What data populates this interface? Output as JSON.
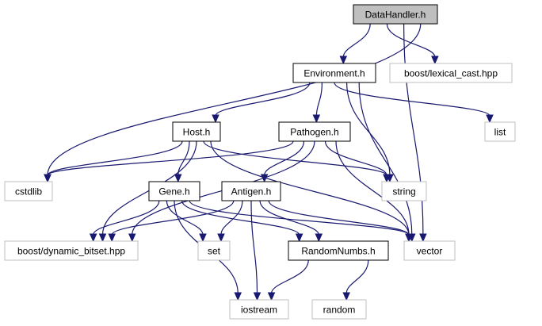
{
  "colors": {
    "edge": "#191970",
    "root_fill": "#bfbfbf",
    "project_border": "#000000",
    "external_border": "#bfbfbf",
    "text": "#000000"
  },
  "nodes": {
    "datahandler": {
      "label": "DataHandler.h",
      "kind": "root"
    },
    "environment": {
      "label": "Environment.h",
      "kind": "project"
    },
    "lexical_cast": {
      "label": "boost/lexical_cast.hpp",
      "kind": "external"
    },
    "host": {
      "label": "Host.h",
      "kind": "project"
    },
    "pathogen": {
      "label": "Pathogen.h",
      "kind": "project"
    },
    "list": {
      "label": "list",
      "kind": "external"
    },
    "cstdlib": {
      "label": "cstdlib",
      "kind": "external"
    },
    "gene": {
      "label": "Gene.h",
      "kind": "project"
    },
    "antigen": {
      "label": "Antigen.h",
      "kind": "project"
    },
    "string": {
      "label": "string",
      "kind": "external"
    },
    "dynamic_bitset": {
      "label": "boost/dynamic_bitset.hpp",
      "kind": "external"
    },
    "set": {
      "label": "set",
      "kind": "external"
    },
    "randomnumbs": {
      "label": "RandomNumbs.h",
      "kind": "project"
    },
    "vector": {
      "label": "vector",
      "kind": "external"
    },
    "iostream": {
      "label": "iostream",
      "kind": "external"
    },
    "random": {
      "label": "random",
      "kind": "external"
    }
  },
  "edges": [
    [
      "datahandler",
      "environment"
    ],
    [
      "datahandler",
      "lexical_cast"
    ],
    [
      "datahandler",
      "vector"
    ],
    [
      "datahandler",
      "cstdlib"
    ],
    [
      "environment",
      "host"
    ],
    [
      "environment",
      "pathogen"
    ],
    [
      "environment",
      "list"
    ],
    [
      "environment",
      "string"
    ],
    [
      "environment",
      "vector"
    ],
    [
      "host",
      "cstdlib"
    ],
    [
      "host",
      "gene"
    ],
    [
      "host",
      "dynamic_bitset"
    ],
    [
      "host",
      "string"
    ],
    [
      "host",
      "vector"
    ],
    [
      "pathogen",
      "cstdlib"
    ],
    [
      "pathogen",
      "antigen"
    ],
    [
      "pathogen",
      "dynamic_bitset"
    ],
    [
      "pathogen",
      "string"
    ],
    [
      "pathogen",
      "vector"
    ],
    [
      "gene",
      "dynamic_bitset"
    ],
    [
      "gene",
      "set"
    ],
    [
      "gene",
      "iostream"
    ],
    [
      "gene",
      "randomnumbs"
    ],
    [
      "gene",
      "vector"
    ],
    [
      "antigen",
      "dynamic_bitset"
    ],
    [
      "antigen",
      "set"
    ],
    [
      "antigen",
      "iostream"
    ],
    [
      "antigen",
      "randomnumbs"
    ],
    [
      "antigen",
      "vector"
    ],
    [
      "randomnumbs",
      "iostream"
    ],
    [
      "randomnumbs",
      "random"
    ]
  ]
}
